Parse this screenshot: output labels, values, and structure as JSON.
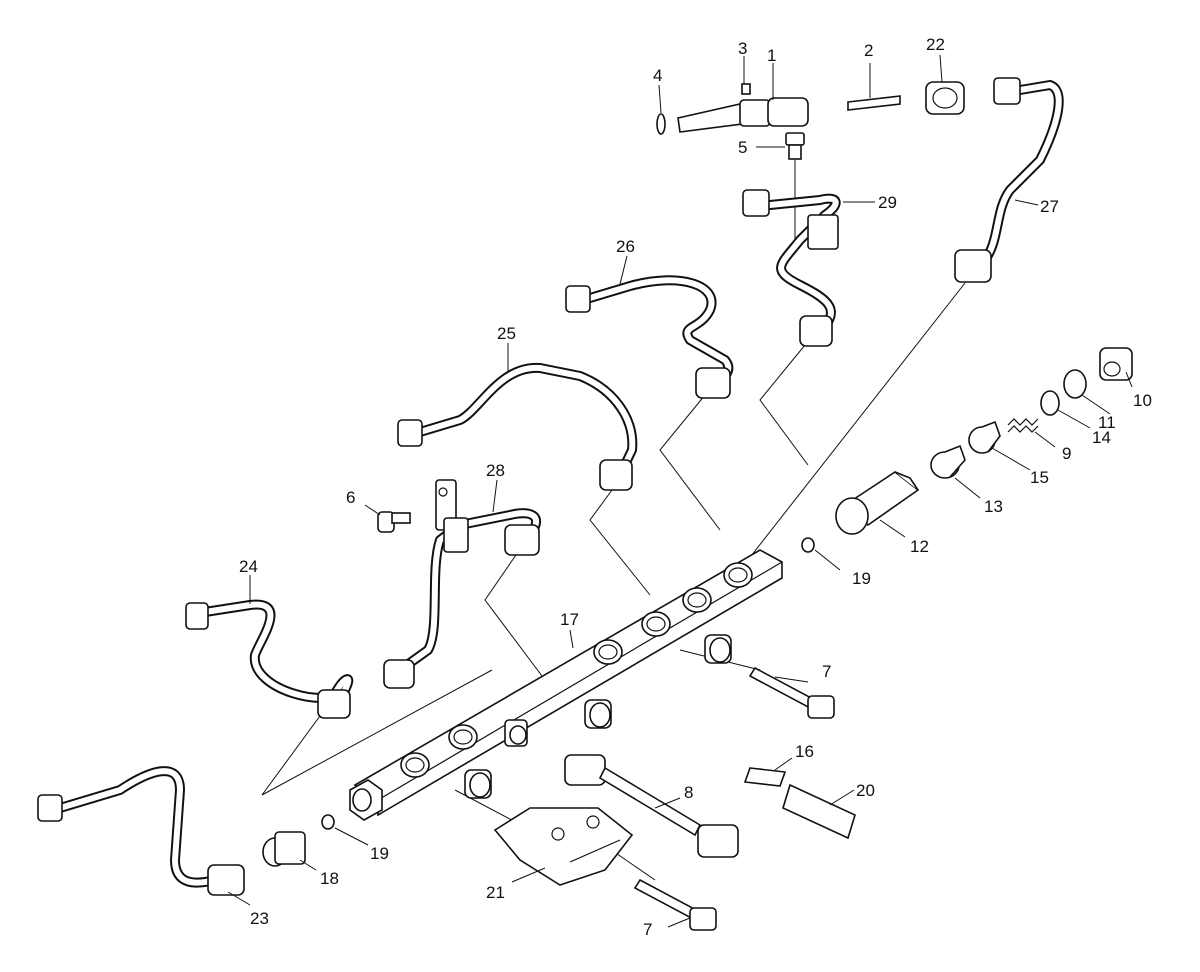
{
  "callouts": [
    {
      "id": "c1",
      "text": "1"
    },
    {
      "id": "c2",
      "text": "2"
    },
    {
      "id": "c3",
      "text": "3"
    },
    {
      "id": "c4",
      "text": "4"
    },
    {
      "id": "c5",
      "text": "5"
    },
    {
      "id": "c6",
      "text": "6"
    },
    {
      "id": "c7a",
      "text": "7"
    },
    {
      "id": "c7b",
      "text": "7"
    },
    {
      "id": "c8",
      "text": "8"
    },
    {
      "id": "c9",
      "text": "9"
    },
    {
      "id": "c10",
      "text": "10"
    },
    {
      "id": "c11",
      "text": "11"
    },
    {
      "id": "c12",
      "text": "12"
    },
    {
      "id": "c13",
      "text": "13"
    },
    {
      "id": "c14",
      "text": "14"
    },
    {
      "id": "c15",
      "text": "15"
    },
    {
      "id": "c16",
      "text": "16"
    },
    {
      "id": "c17",
      "text": "17"
    },
    {
      "id": "c18",
      "text": "18"
    },
    {
      "id": "c19a",
      "text": "19"
    },
    {
      "id": "c19b",
      "text": "19"
    },
    {
      "id": "c20",
      "text": "20"
    },
    {
      "id": "c21",
      "text": "21"
    },
    {
      "id": "c22",
      "text": "22"
    },
    {
      "id": "c23",
      "text": "23"
    },
    {
      "id": "c24",
      "text": "24"
    },
    {
      "id": "c25",
      "text": "25"
    },
    {
      "id": "c26",
      "text": "26"
    },
    {
      "id": "c27",
      "text": "27"
    },
    {
      "id": "c28",
      "text": "28"
    },
    {
      "id": "c29",
      "text": "29"
    }
  ]
}
